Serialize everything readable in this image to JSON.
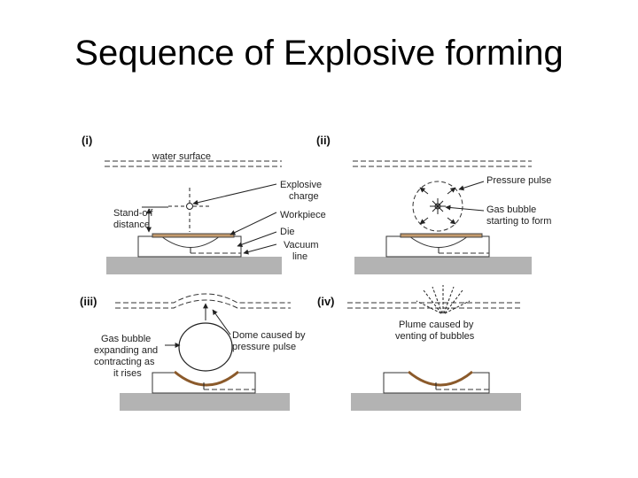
{
  "title": "Sequence of Explosive forming",
  "panels": {
    "p1": {
      "number": "(i)",
      "water_surface": "water surface",
      "explosive_charge_1": "Explosive",
      "explosive_charge_2": "charge",
      "standoff_1": "Stand-off",
      "standoff_2": "distance",
      "workpiece": "Workpiece",
      "die": "Die",
      "vacuum_1": "Vacuum",
      "vacuum_2": "line"
    },
    "p2": {
      "number": "(ii)",
      "pressure_pulse": "Pressure pulse",
      "gas_bubble_1": "Gas bubble",
      "gas_bubble_2": "starting to form"
    },
    "p3": {
      "number": "(iii)",
      "gas_bubble_1": "Gas bubble",
      "gas_bubble_2": "expanding and",
      "gas_bubble_3": "contracting as",
      "gas_bubble_4": "it rises",
      "dome_1": "Dome caused by",
      "dome_2": "pressure pulse"
    },
    "p4": {
      "number": "(iv)",
      "plume_1": "Plume caused by",
      "plume_2": "venting of bubbles"
    }
  },
  "colors": {
    "ground": "#b3b3b3",
    "workpiece": "#c49a6c",
    "line": "#222222"
  }
}
